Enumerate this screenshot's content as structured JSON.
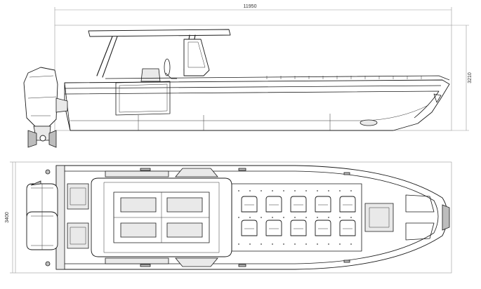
{
  "dimensions": {
    "length_overall": "11950",
    "height_side": "3210",
    "beam_top": "3400"
  },
  "colors": {
    "line": "#1a1a1a",
    "dimension_line": "#9a9a9a",
    "background": "#ffffff"
  }
}
